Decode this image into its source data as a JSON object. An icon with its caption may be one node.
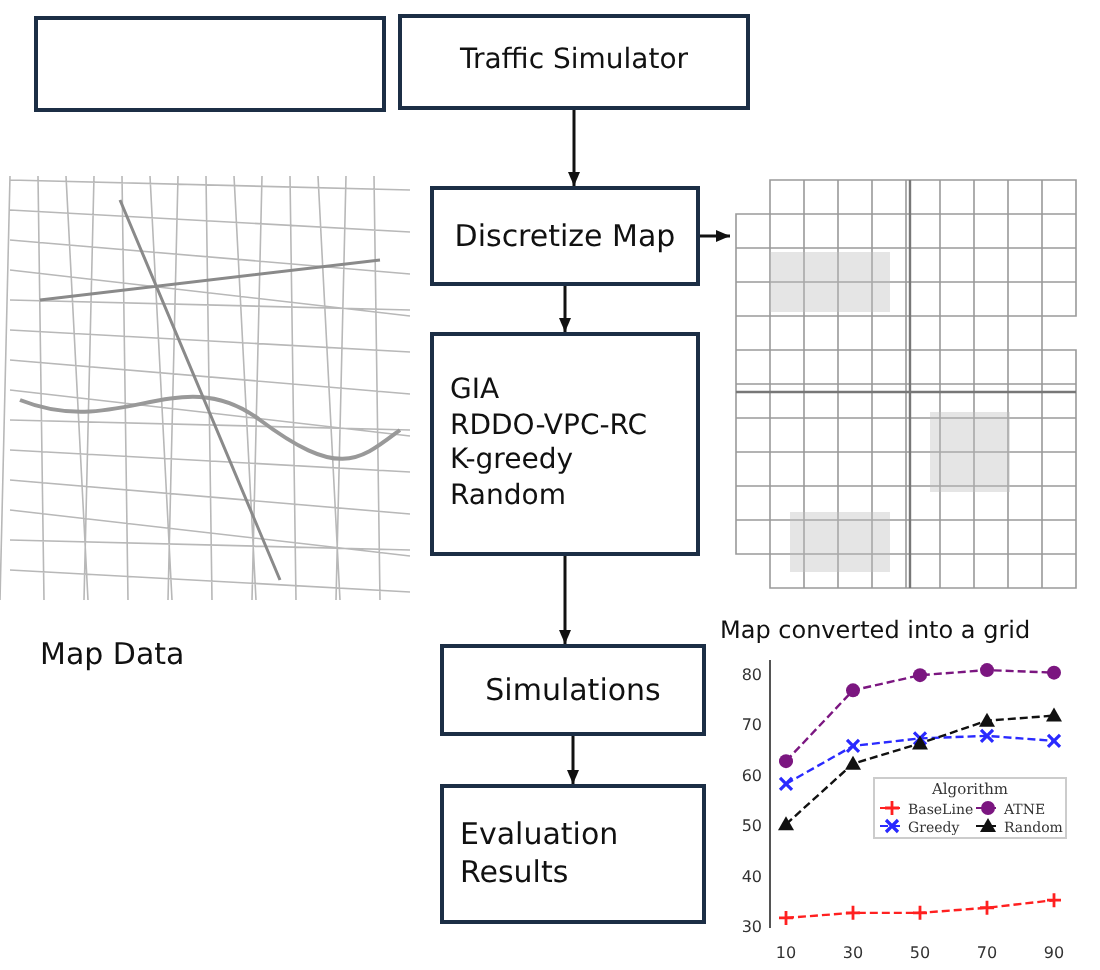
{
  "diagram": {
    "nodes": [
      {
        "text": [],
        "shape": "box"
      },
      {
        "text": [
          "Traffic Simulator"
        ]
      },
      {
        "text": [
          "Discretize Map"
        ]
      },
      {
        "text": [
          "GIA",
          "RDDO-VPC-RC",
          "K-greedy",
          "Random"
        ]
      },
      {
        "text": [
          "Simulations"
        ]
      },
      {
        "text": [
          "Evaluation Results"
        ]
      },
      {
        "text": [],
        "shape": "picture"
      }
    ],
    "edges": [
      {
        "from": 1,
        "to": 2,
        "arrow": "to"
      },
      {
        "from": 2,
        "to": 3,
        "arrow": "to"
      },
      {
        "from": 3,
        "to": 4,
        "arrow": "to"
      },
      {
        "from": 4,
        "to": 5,
        "arrow": "to"
      },
      {
        "from": 2,
        "to": 6,
        "arrow": "to"
      }
    ],
    "labels": [
      "Map Data",
      "Map converted into a grid"
    ],
    "chart_data": {
      "type": "line",
      "x": [
        10,
        30,
        50,
        70,
        90
      ],
      "xlim": [
        10,
        90
      ],
      "xticks": [
        10,
        30,
        50,
        70,
        90
      ],
      "yticks": [
        30,
        40,
        50,
        60,
        70,
        80
      ],
      "ylim": [
        30,
        83
      ],
      "legend": {
        "title": "Algorithm"
      },
      "series": [
        {
          "name": "BaseLine",
          "color": "#ff2020",
          "line_style": "dashed",
          "marker": "plus",
          "values": [
            32,
            33,
            33,
            34,
            35.5
          ]
        },
        {
          "name": "ATNE",
          "color": "#7b1680",
          "line_style": "dashed",
          "marker": "circle",
          "values": [
            63,
            77,
            80,
            81,
            80.5
          ]
        },
        {
          "name": "Greedy",
          "color": "#2a2aff",
          "line_style": "dashed",
          "marker": "x",
          "values": [
            58.5,
            66,
            67.5,
            68,
            67
          ]
        },
        {
          "name": "Random",
          "color": "#111111",
          "line_style": "dashed",
          "marker": "triangle",
          "values": [
            50.5,
            62.5,
            66.5,
            71,
            72
          ]
        }
      ]
    }
  }
}
